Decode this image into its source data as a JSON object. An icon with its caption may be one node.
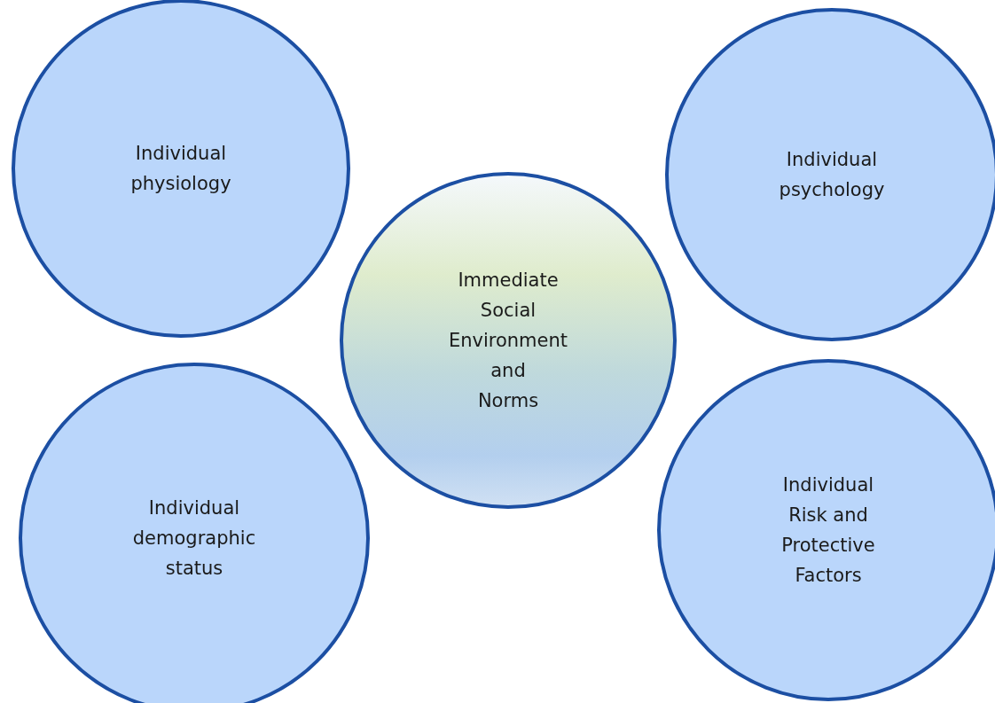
{
  "diagram": {
    "nodes": [
      {
        "text": [
          "Individual physiology"
        ]
      },
      {
        "text": [
          "Individual psychology"
        ]
      },
      {
        "text": [
          "Immediate Social Environment and Norms"
        ]
      },
      {
        "text": [
          "Individual demographic status"
        ]
      },
      {
        "text": [
          "Individual Risk and Protective Factors"
        ]
      }
    ]
  }
}
